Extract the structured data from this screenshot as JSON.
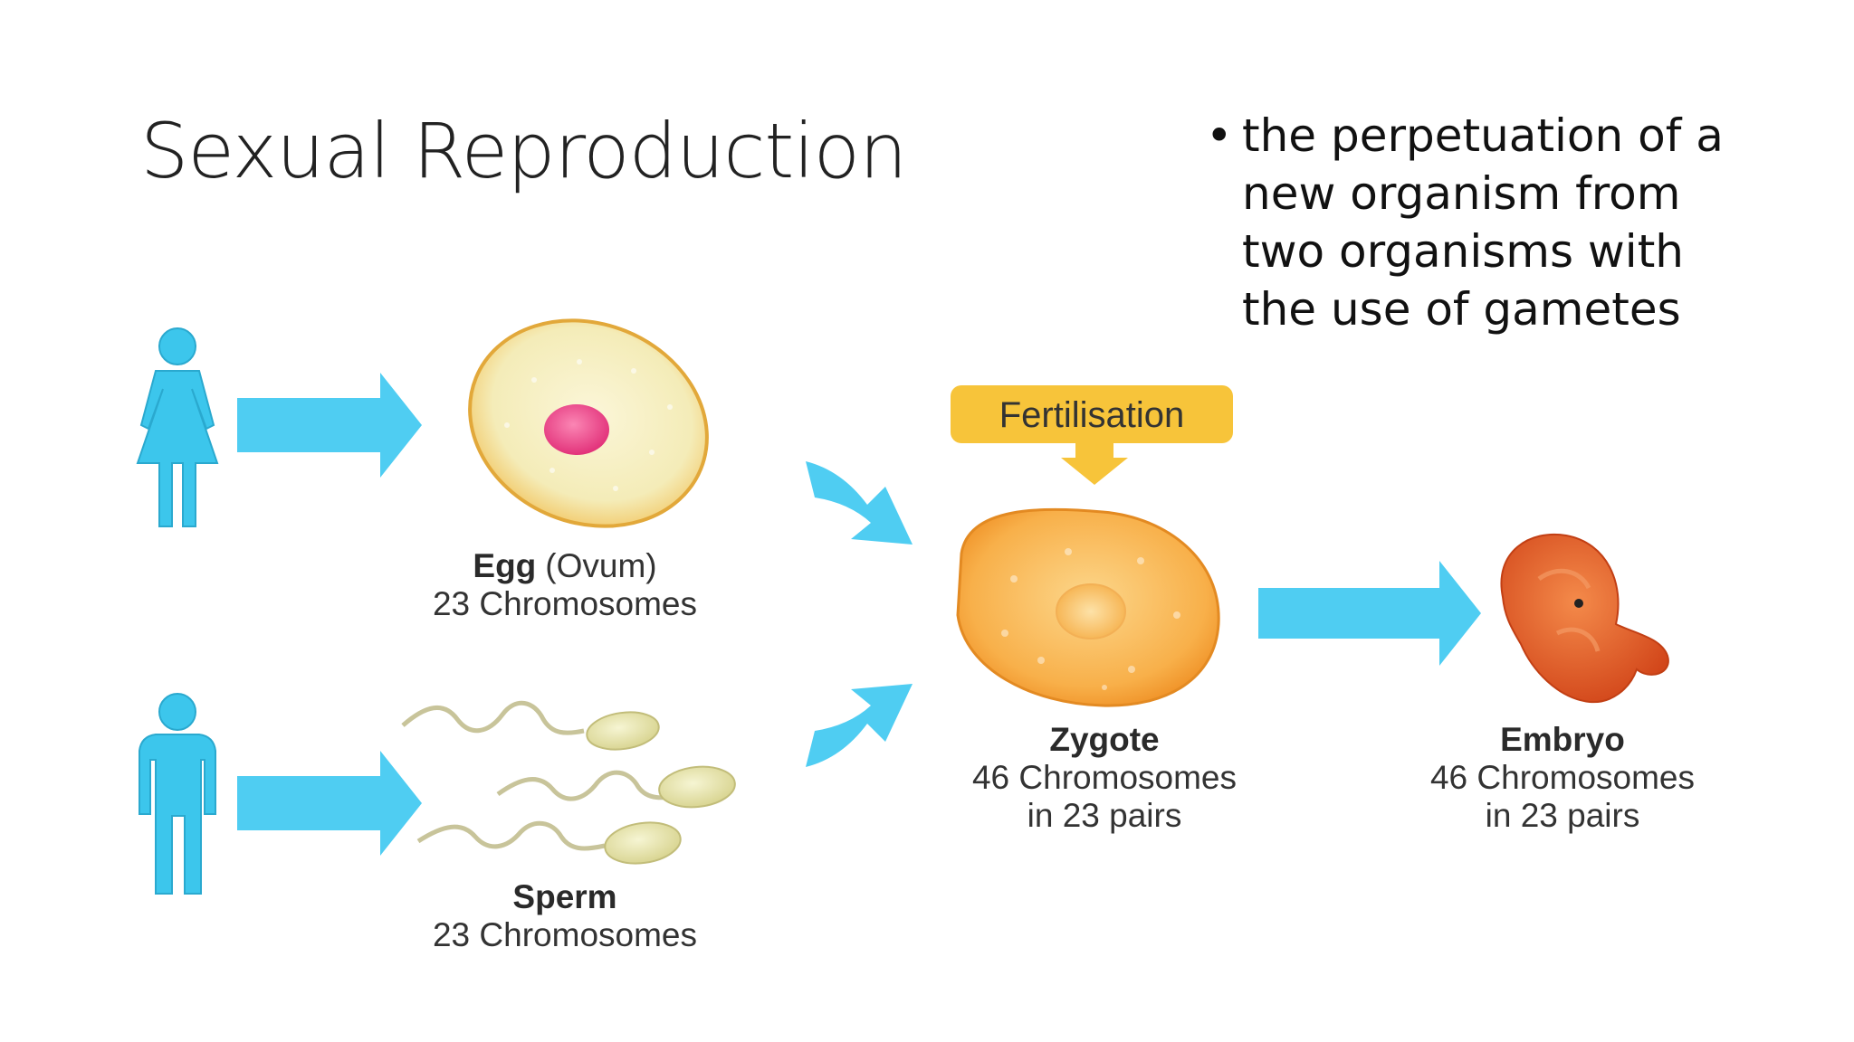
{
  "slide": {
    "title": "Sexual Reproduction",
    "bullet_lines": [
      "the perpetuation of a",
      "new organism from",
      "two organisms with",
      "the use of gametes"
    ]
  },
  "diagram": {
    "egg": {
      "name": "Egg",
      "alt": "(Ovum)",
      "info": "23 Chromosomes"
    },
    "sperm": {
      "name": "Sperm",
      "info": "23 Chromosomes"
    },
    "fertilisation": "Fertilisation",
    "zygote": {
      "name": "Zygote",
      "line1": "46 Chromosomes",
      "line2": "in 23 pairs"
    },
    "embryo": {
      "name": "Embryo",
      "line1": "46 Chromosomes",
      "line2": "in 23 pairs"
    },
    "colors": {
      "arrow": "#4fcdf2",
      "person": "#3cc6ec",
      "fertilisation_badge": "#f7c43a",
      "egg": "#f8e7a4",
      "egg_nucleus": "#ee4f8e",
      "zygote": "#f7a73a",
      "embryo": "#e0541e",
      "sperm": "#ecebb8"
    },
    "icons": [
      "female-figure-icon",
      "male-figure-icon"
    ]
  }
}
